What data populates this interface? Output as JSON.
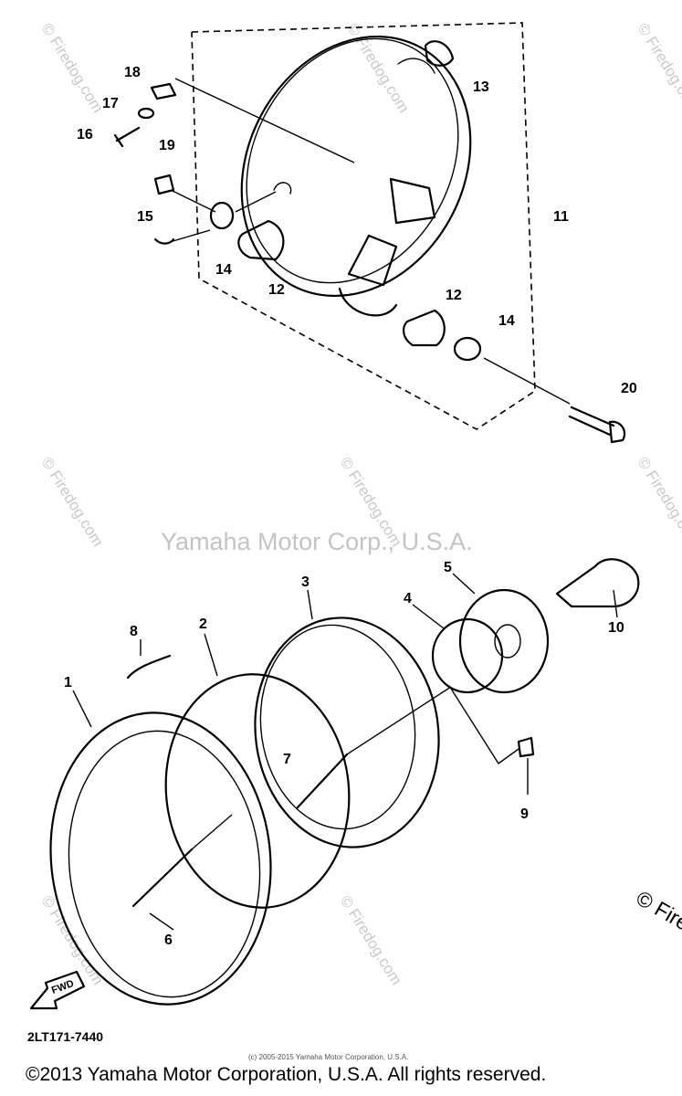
{
  "watermark_center": "Yamaha Motor Corp., U.S.A.",
  "watermark_site": "© Firedog.com",
  "watermark_edge": "© Fire",
  "diagram_code": "2LT171-7440",
  "fwd_label": "FWD",
  "small_credit": "(c) 2005-2015 Yamaha Motor Corporation, U.S.A.",
  "copyright": "©2013 Yamaha Motor Corporation, U.S.A. All rights reserved.",
  "parts": {
    "p1": "1",
    "p2": "2",
    "p3": "3",
    "p4": "4",
    "p5": "5",
    "p6": "6",
    "p7": "7",
    "p8": "8",
    "p9": "9",
    "p10": "10",
    "p11": "11",
    "p12a": "12",
    "p12b": "12",
    "p13": "13",
    "p14a": "14",
    "p14b": "14",
    "p15": "15",
    "p16": "16",
    "p17": "17",
    "p18": "18",
    "p19": "19",
    "p20": "20"
  }
}
